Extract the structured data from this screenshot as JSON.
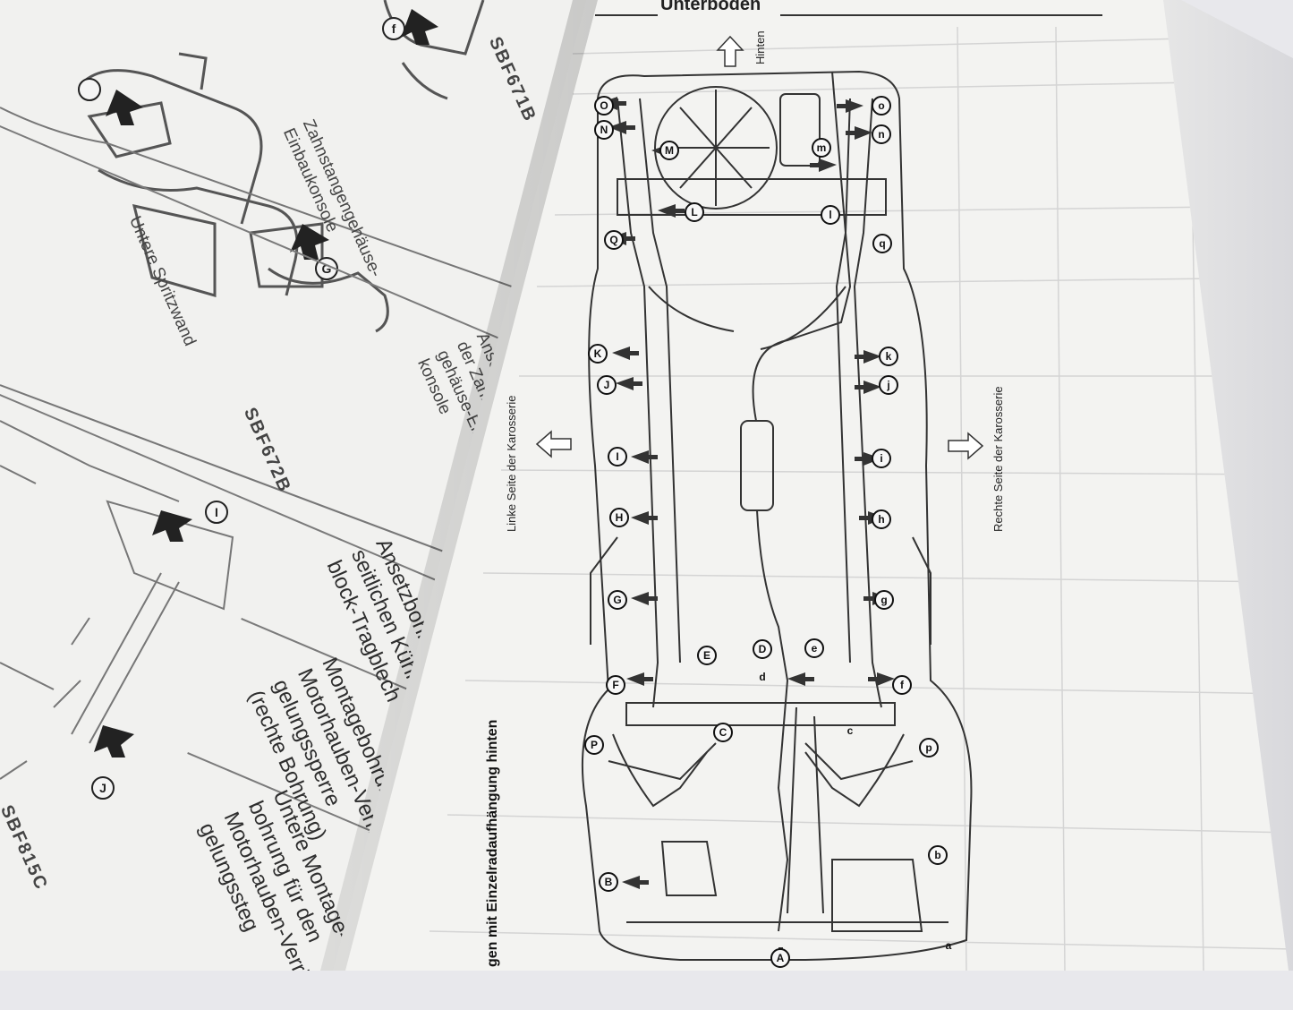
{
  "left_page": {
    "codes": [
      "SBF671B",
      "SBF672B",
      "SBF815C"
    ],
    "labels": {
      "zahnstangen": "Zahnstangengehäuse-\nEinbaukonsole",
      "spritzwand": "Untere Spritzwand",
      "ansetz_zahnstange": "Ansetzbohrung\nder Zahnstangen-\ngehäuse-Einbau-\nkonsole",
      "ansetz_kuehler": "Ansetzbohrung im\nseitlichen Kühler-\nblock-Tragblech",
      "montage_rechts": "Montagebohrung für\nMotorhauben-Verrie-\ngelungssperre\n(rechte Bohrung)",
      "montage_untere": "Untere Montage-\nbohrung für den\nMotorhauben-Verrie-\ngelungssteg"
    },
    "markers": [
      "f",
      "G",
      "I",
      "J"
    ]
  },
  "right_page": {
    "header": "Unterboden",
    "direction_rear": "Hinten",
    "side_left": "Linke Seite der Karosserie",
    "side_right": "Rechte Seite der Karosserie",
    "caption": "gen mit Einzelradaufhängung hinten",
    "left_markers": [
      "O",
      "N",
      "M",
      "L",
      "Q",
      "K",
      "J",
      "I",
      "H",
      "G",
      "F",
      "E",
      "D",
      "C",
      "P",
      "B",
      "A"
    ],
    "right_markers": [
      "o",
      "n",
      "m",
      "l",
      "q",
      "k",
      "j",
      "i",
      "h",
      "g",
      "f",
      "e",
      "d",
      "c",
      "p",
      "b",
      "a"
    ]
  }
}
